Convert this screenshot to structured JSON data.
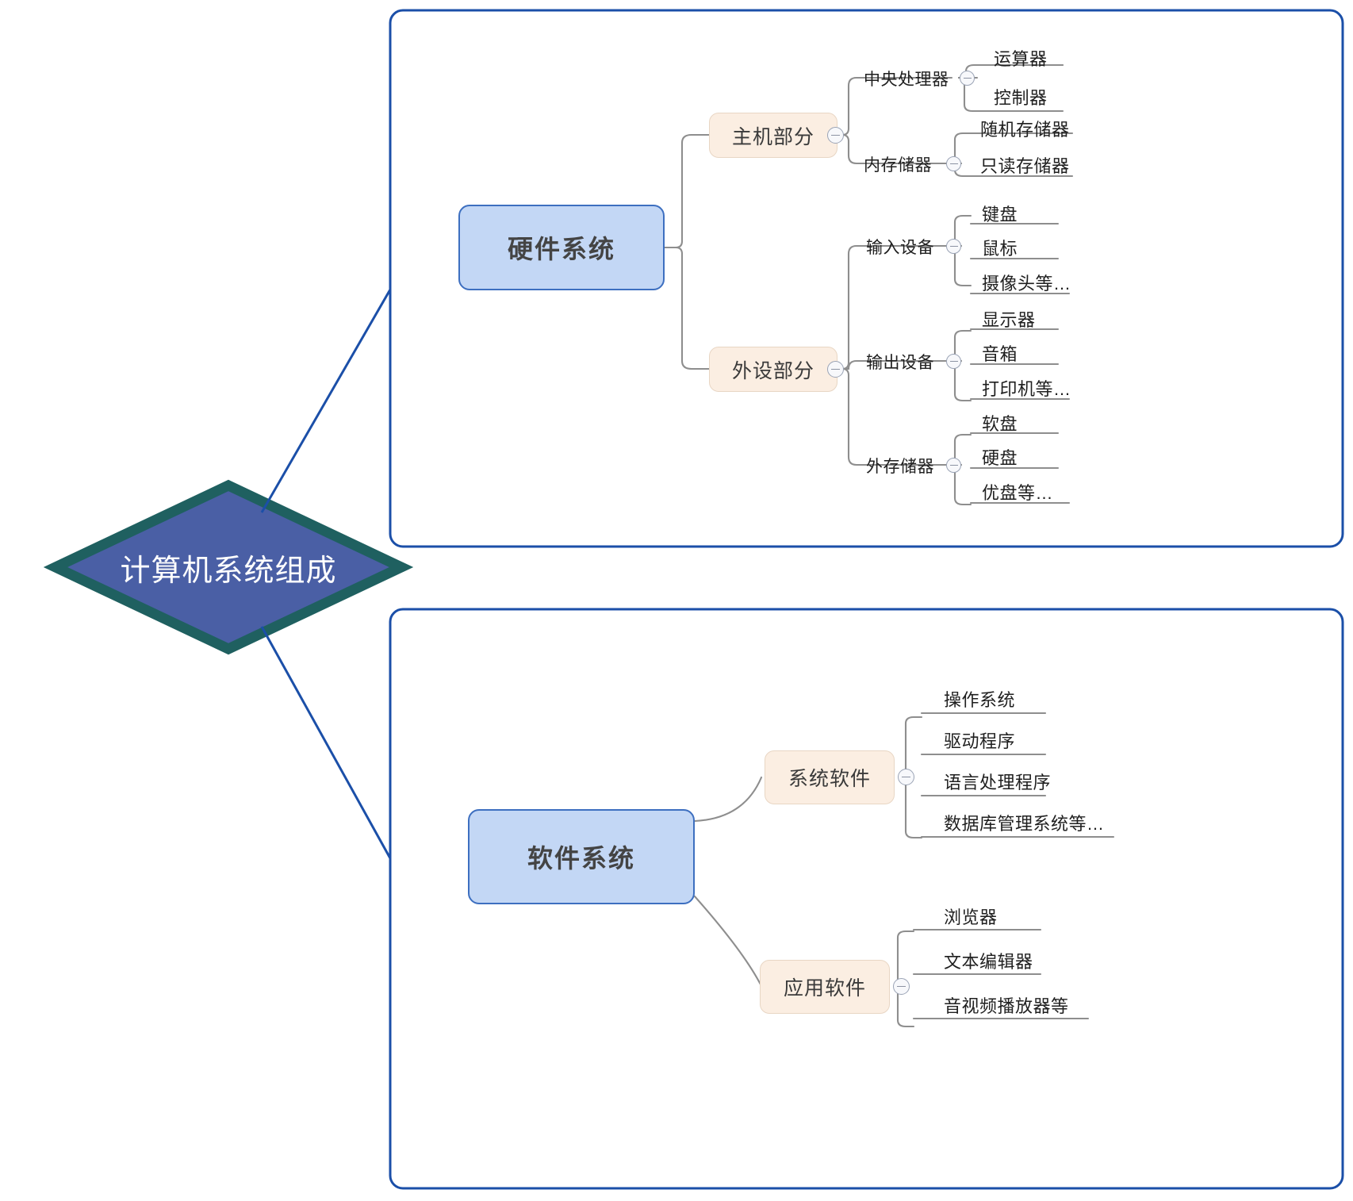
{
  "root": {
    "label": "计算机系统组成",
    "shape": "diamond",
    "fill_color": "#4a5fa5",
    "border_color": "#1f6060",
    "text_color": "#ffffff"
  },
  "panels": [
    {
      "name": "hardware-panel",
      "border_color": "#1b4fa8",
      "root_node": {
        "label": "硬件系统",
        "fill_color": "#c3d7f5",
        "border_color": "#3d6fc0"
      },
      "branches": [
        {
          "label": "主机部分",
          "fill_color": "#fbeee2",
          "children": [
            {
              "label": "中央处理器",
              "leaves": [
                "运算器",
                "控制器"
              ]
            },
            {
              "label": "内存储器",
              "leaves": [
                "随机存储器",
                "只读存储器"
              ]
            }
          ]
        },
        {
          "label": "外设部分",
          "fill_color": "#fbeee2",
          "children": [
            {
              "label": "输入设备",
              "leaves": [
                "键盘",
                "鼠标",
                "摄像头等…"
              ]
            },
            {
              "label": "输出设备",
              "leaves": [
                "显示器",
                "音箱",
                "打印机等…"
              ]
            },
            {
              "label": "外存储器",
              "leaves": [
                "软盘",
                "硬盘",
                "优盘等…"
              ]
            }
          ]
        }
      ]
    },
    {
      "name": "software-panel",
      "border_color": "#1b4fa8",
      "root_node": {
        "label": "软件系统",
        "fill_color": "#c3d7f5",
        "border_color": "#3d6fc0"
      },
      "branches": [
        {
          "label": "系统软件",
          "fill_color": "#fbeee2",
          "leaves": [
            "操作系统",
            "驱动程序",
            "语言处理程序",
            "数据库管理系统等…"
          ]
        },
        {
          "label": "应用软件",
          "fill_color": "#fbeee2",
          "leaves": [
            "浏览器",
            "文本编辑器",
            "音视频播放器等"
          ]
        }
      ]
    }
  ],
  "icons": {
    "collapse": "collapse-minus-icon"
  }
}
